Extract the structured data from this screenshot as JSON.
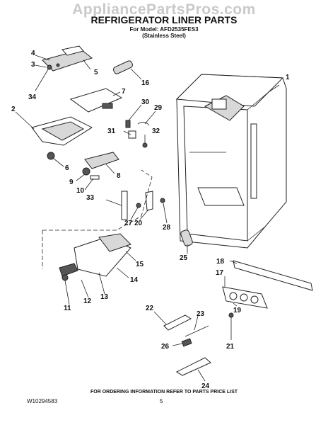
{
  "watermark": "AppliancePartsPros.com",
  "title": "REFRIGERATOR LINER PARTS",
  "model_line": "For Model: AFD2535FES3",
  "variant_line": "(Stainless Steel)",
  "footer_note": "FOR ORDERING INFORMATION REFER TO PARTS PRICE LIST",
  "doc_number": "W10294583",
  "page_number": "5",
  "callouts": [
    "1",
    "2",
    "3",
    "4",
    "5",
    "6",
    "7",
    "8",
    "9",
    "10",
    "11",
    "12",
    "13",
    "14",
    "15",
    "16",
    "17",
    "18",
    "19",
    "20",
    "21",
    "22",
    "23",
    "24",
    "25",
    "26",
    "27",
    "28",
    "29",
    "30",
    "31",
    "32",
    "33",
    "34"
  ]
}
